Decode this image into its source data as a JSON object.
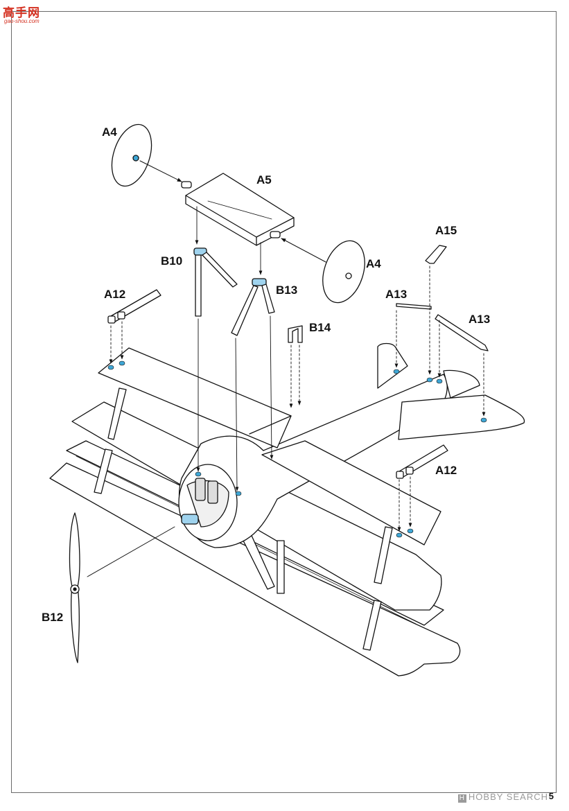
{
  "logo": {
    "main": "高手网",
    "sub": "gao-shou.com"
  },
  "labels": {
    "a4_top": "A4",
    "a5": "A5",
    "a4_right": "A4",
    "a15": "A15",
    "b10": "B10",
    "b13": "B13",
    "a12_left": "A12",
    "a13_left": "A13",
    "a13_right": "A13",
    "b14": "B14",
    "a12_right": "A12",
    "b12": "B12"
  },
  "page_number": "5",
  "watermark": "HOBBY SEARCH",
  "colors": {
    "accent": "#3fa7d6",
    "line": "#111111",
    "highlight": "#9fd3ee"
  }
}
